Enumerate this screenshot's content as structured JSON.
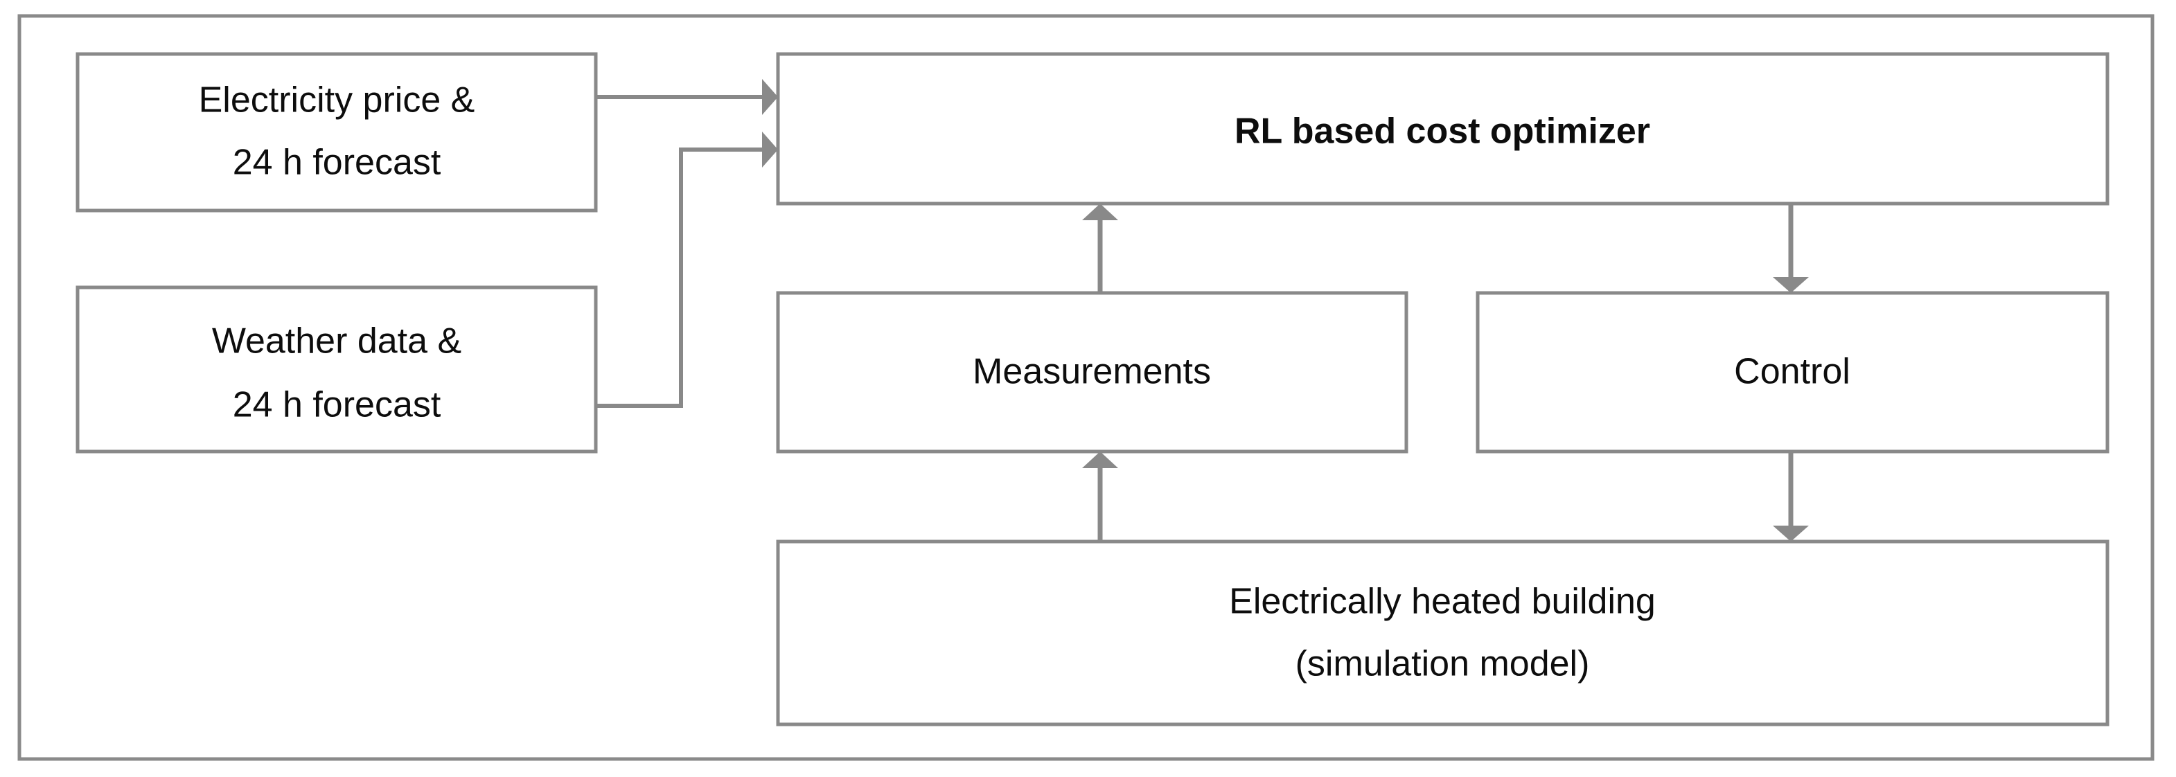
{
  "diagram": {
    "title": "RL based cost optimizer control loop block diagram",
    "colors": {
      "box_border": "#898989",
      "frame_border": "#8a8a8a",
      "connector": "#898989",
      "text": "#0d0d0d",
      "background": "#ffffff"
    },
    "nodes": [
      {
        "id": "electricity-price",
        "lines": [
          "Electricity price &",
          "24 h forecast"
        ],
        "bold": false
      },
      {
        "id": "weather-data",
        "lines": [
          "Weather data &",
          "24 h forecast"
        ],
        "bold": false
      },
      {
        "id": "rl-optimizer",
        "lines": [
          "RL based cost optimizer"
        ],
        "bold": true
      },
      {
        "id": "measurements",
        "lines": [
          "Measurements"
        ],
        "bold": false
      },
      {
        "id": "control",
        "lines": [
          "Control"
        ],
        "bold": false
      },
      {
        "id": "building",
        "lines": [
          "Electrically heated building",
          "(simulation model)"
        ],
        "bold": false
      }
    ],
    "edges": [
      {
        "id": "electricity-to-optimizer",
        "from": "electricity-price",
        "to": "rl-optimizer",
        "style": "straight-right"
      },
      {
        "id": "weather-to-optimizer",
        "from": "weather-data",
        "to": "rl-optimizer",
        "style": "elbow-right-up"
      },
      {
        "id": "measurements-to-optimizer",
        "from": "measurements",
        "to": "rl-optimizer",
        "style": "straight-up"
      },
      {
        "id": "optimizer-to-control",
        "from": "rl-optimizer",
        "to": "control",
        "style": "straight-down"
      },
      {
        "id": "building-to-measurements",
        "from": "building",
        "to": "measurements",
        "style": "straight-up"
      },
      {
        "id": "control-to-building",
        "from": "control",
        "to": "building",
        "style": "straight-down"
      }
    ]
  }
}
